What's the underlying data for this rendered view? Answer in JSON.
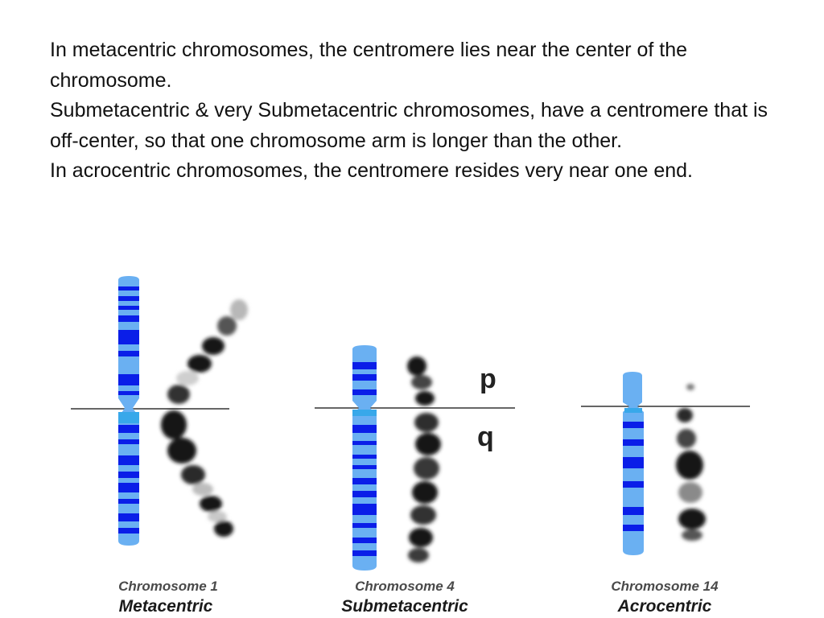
{
  "paragraphs": [
    "In metacentric chromosomes, the centromere lies near the center of the chromosome.",
    "Submetacentric & very Submetacentric chromosomes, have a centromere that is off-center, so that one chromosome arm is longer than the other.",
    "In acrocentric chromosomes, the centromere resides very near one end."
  ],
  "figure": {
    "arm_labels": {
      "p": "p",
      "q": "q"
    },
    "chromosomes": [
      {
        "name": "Chromosome 1",
        "type": "Metacentric"
      },
      {
        "name": "Chromosome 4",
        "type": "Submetacentric"
      },
      {
        "name": "Chromosome 14",
        "type": "Acrocentric"
      }
    ],
    "colors": {
      "ideogram_base": "#6ab0f2",
      "ideogram_band": "#0a1ee8",
      "centromere_line": "#666666",
      "micrograph": "#141414"
    }
  }
}
